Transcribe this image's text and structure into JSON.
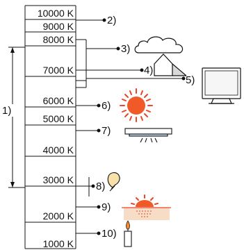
{
  "diagram": {
    "scale_labels": [
      "10000 K",
      "9000 K",
      "8000 K",
      "7000 K",
      "6000 K",
      "5000 K",
      "4000 K",
      "3000 K",
      "2000 K",
      "1000 K"
    ],
    "range_label": "1)",
    "callouts": [
      {
        "label": "2)",
        "icon": "none"
      },
      {
        "label": "3)",
        "icon": "cloud-icon"
      },
      {
        "label": "4)",
        "icon": "shade-house-icon"
      },
      {
        "label": "5)",
        "icon": "television-icon"
      },
      {
        "label": "6)",
        "icon": "sun-icon"
      },
      {
        "label": "7)",
        "icon": "fluorescent-light-icon"
      },
      {
        "label": "8)",
        "icon": "light-bulb-icon"
      },
      {
        "label": "9)",
        "icon": "sunset-icon"
      },
      {
        "label": "10)",
        "icon": "candle-icon"
      }
    ],
    "colors": {
      "line": "#111111",
      "sun_orange": "#f05a28",
      "sun_red": "#e8452c",
      "sunset_ground": "#f7dcc6",
      "bulb_yellow": "#f7e1a8",
      "candle_flame": "#f28a2e",
      "tv_screen": "#f6f6f6"
    }
  }
}
